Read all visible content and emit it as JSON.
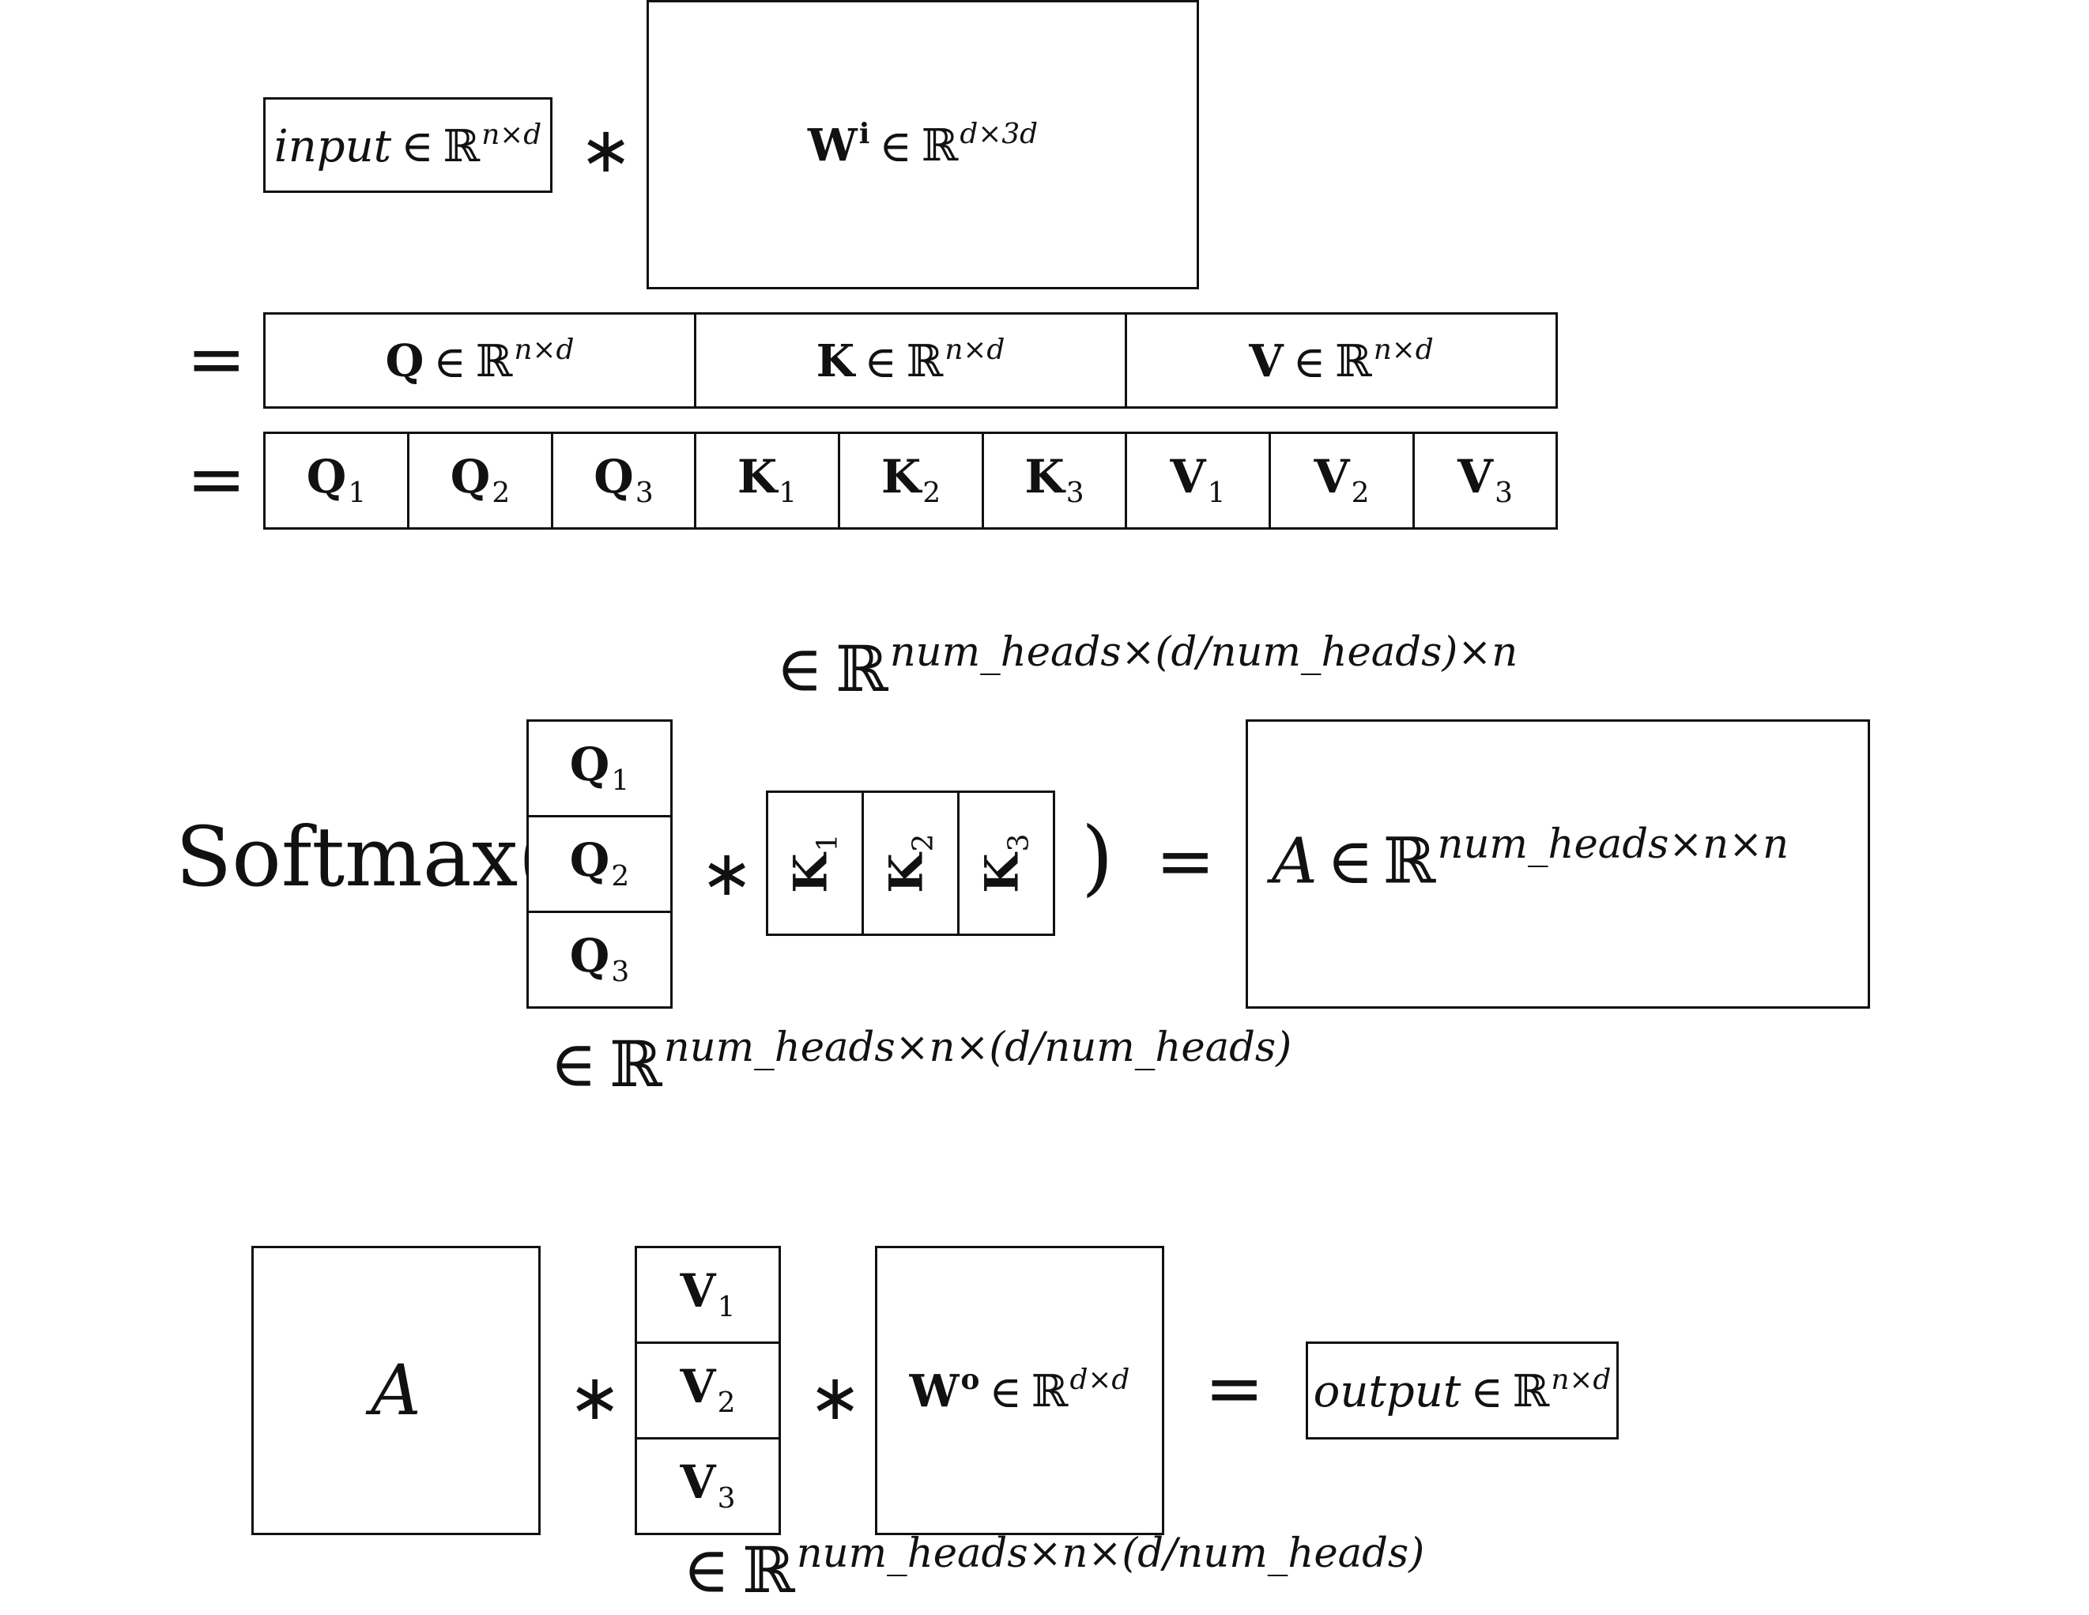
{
  "symbols": {
    "element_of": "∈",
    "reals": "ℝ",
    "times": "∗",
    "equals": "="
  },
  "section1": {
    "input_box": {
      "name": "input",
      "space": "n×d"
    },
    "wi_box": {
      "name": "W",
      "label": "i",
      "space": "d×3d"
    },
    "qkv_row": [
      {
        "name": "Q",
        "space": "n×d"
      },
      {
        "name": "K",
        "space": "n×d"
      },
      {
        "name": "V",
        "space": "n×d"
      }
    ],
    "split_row": [
      {
        "name": "Q",
        "sub": "1"
      },
      {
        "name": "Q",
        "sub": "2"
      },
      {
        "name": "Q",
        "sub": "3"
      },
      {
        "name": "K",
        "sub": "1"
      },
      {
        "name": "K",
        "sub": "2"
      },
      {
        "name": "K",
        "sub": "3"
      },
      {
        "name": "V",
        "sub": "1"
      },
      {
        "name": "V",
        "sub": "2"
      },
      {
        "name": "V",
        "sub": "3"
      }
    ]
  },
  "section2": {
    "softmax_label": "Softmax(",
    "close_paren": ")",
    "q_stack": [
      {
        "name": "Q",
        "sub": "1"
      },
      {
        "name": "Q",
        "sub": "2"
      },
      {
        "name": "Q",
        "sub": "3"
      }
    ],
    "k_row": [
      {
        "name": "K",
        "sub": "1"
      },
      {
        "name": "K",
        "sub": "2"
      },
      {
        "name": "K",
        "sub": "3"
      }
    ],
    "k_space": "num_heads×(d/num_heads)×n",
    "q_space": "num_heads×n×(d/num_heads)",
    "a_box": {
      "name": "A",
      "space": "num_heads×n×n"
    }
  },
  "section3": {
    "a_box": {
      "name": "A"
    },
    "v_stack": [
      {
        "name": "V",
        "sub": "1"
      },
      {
        "name": "V",
        "sub": "2"
      },
      {
        "name": "V",
        "sub": "3"
      }
    ],
    "v_space": "num_heads×n×(d/num_heads)",
    "wo_box": {
      "name": "W",
      "label": "o",
      "space": "d×d"
    },
    "output_box": {
      "name": "output",
      "space": "n×d"
    }
  }
}
